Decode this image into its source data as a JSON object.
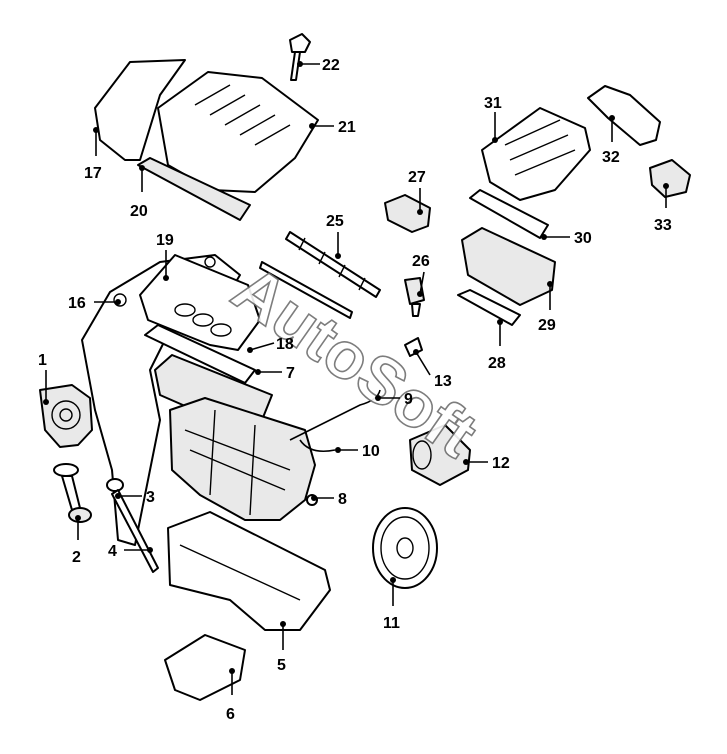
{
  "watermark": "AutoSoft",
  "callouts": [
    {
      "id": "c1",
      "number": "1"
    },
    {
      "id": "c2",
      "number": "2"
    },
    {
      "id": "c3",
      "number": "3"
    },
    {
      "id": "c4",
      "number": "4"
    },
    {
      "id": "c5",
      "number": "5"
    },
    {
      "id": "c6",
      "number": "6"
    },
    {
      "id": "c7",
      "number": "7"
    },
    {
      "id": "c8",
      "number": "8"
    },
    {
      "id": "c9",
      "number": "9"
    },
    {
      "id": "c10",
      "number": "10"
    },
    {
      "id": "c11",
      "number": "11"
    },
    {
      "id": "c12",
      "number": "12"
    },
    {
      "id": "c13",
      "number": "13"
    },
    {
      "id": "c16",
      "number": "16"
    },
    {
      "id": "c17",
      "number": "17"
    },
    {
      "id": "c18",
      "number": "18"
    },
    {
      "id": "c19",
      "number": "19"
    },
    {
      "id": "c20",
      "number": "20"
    },
    {
      "id": "c21",
      "number": "21"
    },
    {
      "id": "c22",
      "number": "22"
    },
    {
      "id": "c25",
      "number": "25"
    },
    {
      "id": "c26",
      "number": "26"
    },
    {
      "id": "c27",
      "number": "27"
    },
    {
      "id": "c28",
      "number": "28"
    },
    {
      "id": "c29",
      "number": "29"
    },
    {
      "id": "c30",
      "number": "30"
    },
    {
      "id": "c31",
      "number": "31"
    },
    {
      "id": "c32",
      "number": "32"
    },
    {
      "id": "c33",
      "number": "33"
    }
  ]
}
